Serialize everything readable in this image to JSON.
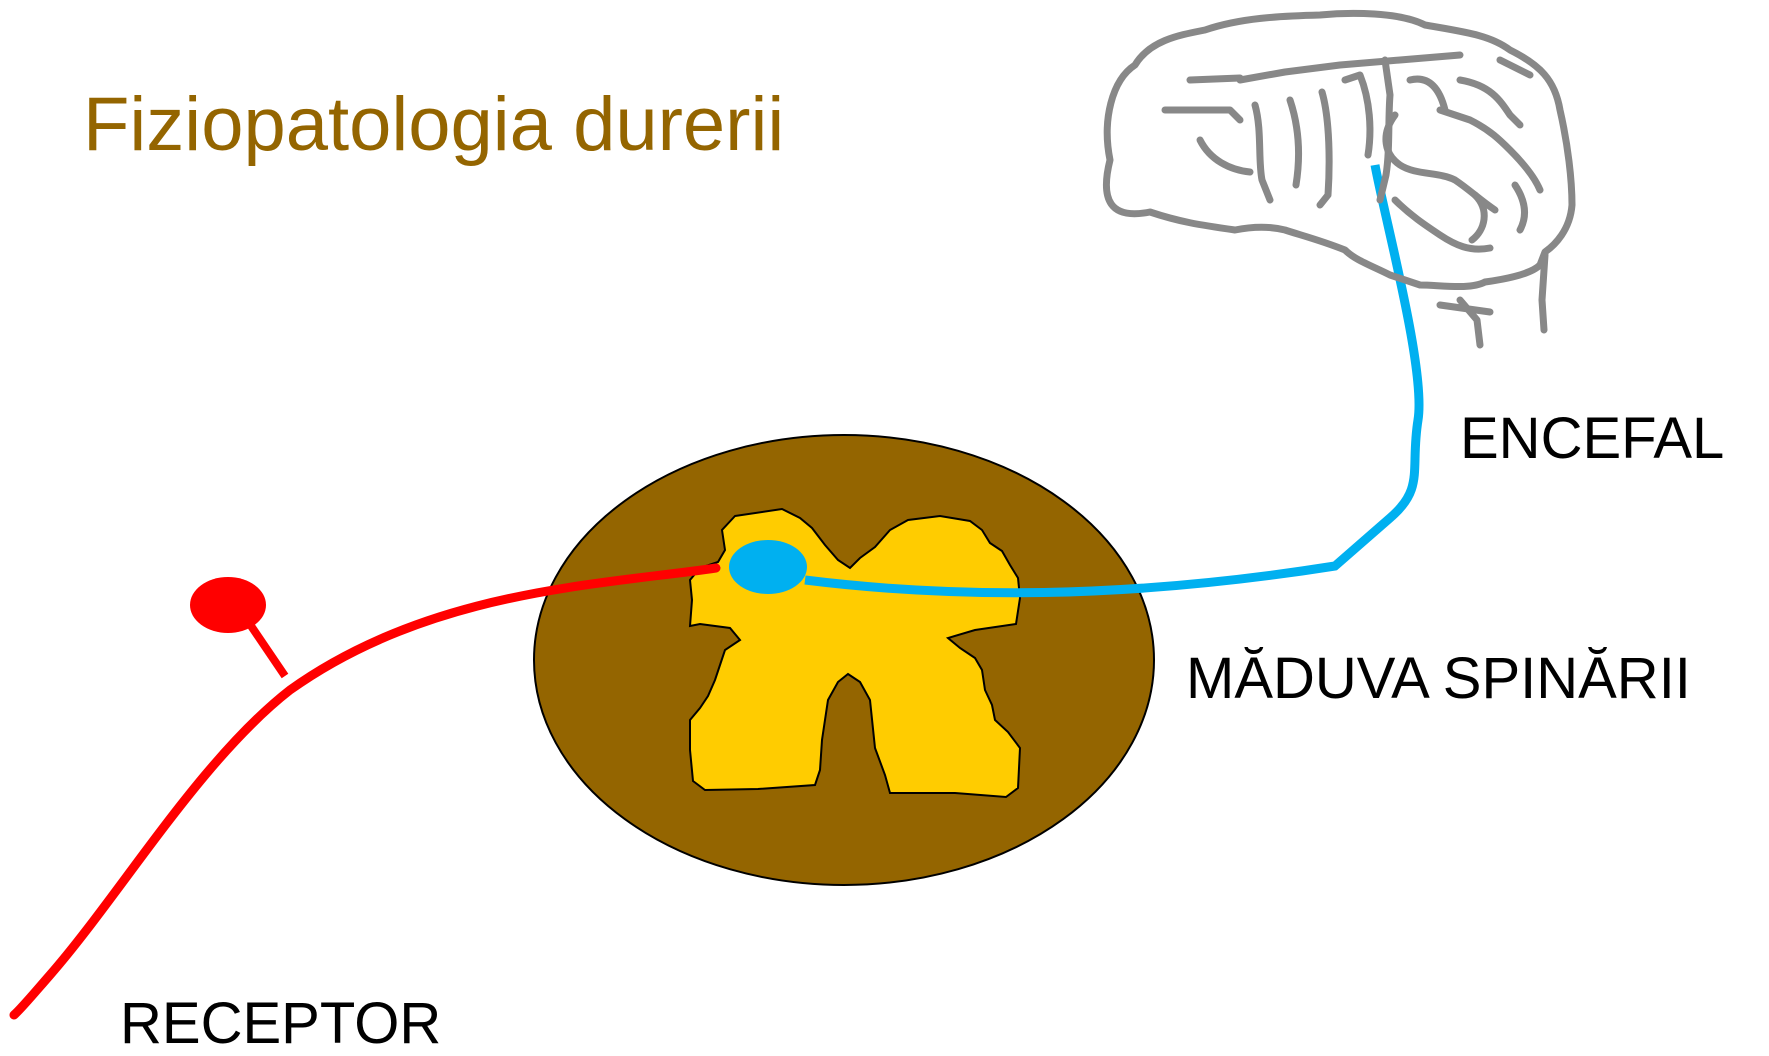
{
  "title": "Fiziopatologia durerii",
  "labels": {
    "encefal": "ENCEFAL",
    "maduva": "MĂDUVA SPINĂRII",
    "receptor": "RECEPTOR"
  },
  "colors": {
    "title": "#946500",
    "label": "#000000",
    "spinal_cord": "#946500",
    "grey_matter": "#ffcc00",
    "sensory_neuron": "#ff0000",
    "ascending_neuron": "#00b0f0",
    "brain_outline": "#888888"
  },
  "icons": {
    "brain": "brain-icon"
  }
}
